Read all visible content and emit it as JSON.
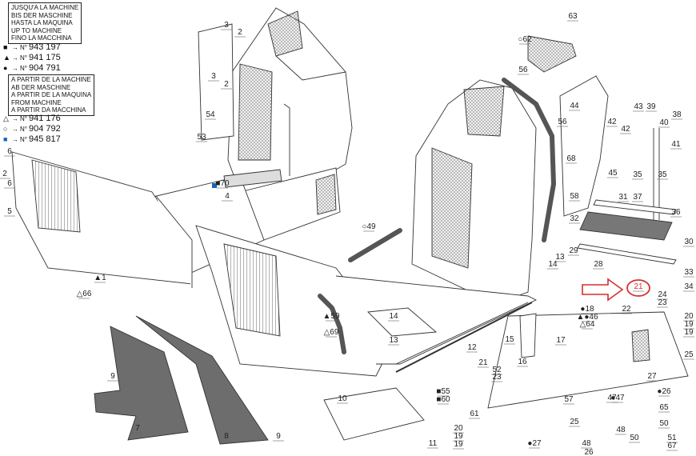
{
  "legend_until": {
    "lines": [
      "JUSQU'A LA MACHINE",
      "BIS DER MASCHINE",
      "HASTA LA MAQUINA",
      "UP TO MACHINE",
      "FINO LA MACCHINA"
    ],
    "codes": [
      {
        "symbol": "■",
        "prefix": "N°",
        "value": "943 197"
      },
      {
        "symbol": "▲",
        "prefix": "N°",
        "value": "941 175"
      },
      {
        "symbol": "●",
        "prefix": "N°",
        "value": "904 791"
      }
    ]
  },
  "legend_from": {
    "lines": [
      "A PARTIR DE LA MACHINE",
      "AB DER MASCHINE",
      "A PARTIR DE LA MAQUINA",
      "FROM MACHINE",
      "A PARTIR DA MACCHINA"
    ],
    "codes": [
      {
        "symbol": "△",
        "prefix": "N°",
        "value": "941 176"
      },
      {
        "symbol": "○",
        "prefix": "N°",
        "value": "904 792"
      },
      {
        "symbol": "■",
        "prefix": "N°",
        "value": "945 817",
        "color": "#1565c0"
      }
    ]
  },
  "colors": {
    "line": "#333333",
    "panel_dark": "#6d6d6d",
    "mesh": "#9a9a9a",
    "highlight_red": "#d32f2f",
    "blue_marker": "#1565c0",
    "seal": "#555555"
  },
  "icons": [
    "arrow-right-icon",
    "callout-circle-icon"
  ],
  "callouts": [
    {
      "id": "c1",
      "text": "2",
      "prefix": ""
    },
    {
      "id": "c2",
      "text": "3",
      "prefix": ""
    },
    {
      "id": "c3",
      "text": "2",
      "prefix": ""
    },
    {
      "id": "c4",
      "text": "3",
      "prefix": ""
    },
    {
      "id": "c5",
      "text": "54",
      "prefix": ""
    },
    {
      "id": "c6",
      "text": "53",
      "prefix": ""
    },
    {
      "id": "c7",
      "text": "70",
      "prefix": "■"
    },
    {
      "id": "c8",
      "text": "4",
      "prefix": ""
    },
    {
      "id": "c9",
      "text": "6",
      "prefix": ""
    },
    {
      "id": "c10",
      "text": "2",
      "prefix": ""
    },
    {
      "id": "c11",
      "text": "6",
      "prefix": ""
    },
    {
      "id": "c12",
      "text": "5",
      "prefix": ""
    },
    {
      "id": "c13",
      "text": "1",
      "prefix": "▲"
    },
    {
      "id": "c14",
      "text": "66",
      "prefix": "△"
    },
    {
      "id": "c15",
      "text": "9",
      "prefix": ""
    },
    {
      "id": "c16",
      "text": "7",
      "prefix": ""
    },
    {
      "id": "c17",
      "text": "8",
      "prefix": ""
    },
    {
      "id": "c18",
      "text": "9",
      "prefix": ""
    },
    {
      "id": "c19",
      "text": "63",
      "prefix": ""
    },
    {
      "id": "c20",
      "text": "62",
      "prefix": "○"
    },
    {
      "id": "c21",
      "text": "56",
      "prefix": ""
    },
    {
      "id": "c22",
      "text": "56",
      "prefix": ""
    },
    {
      "id": "c23",
      "text": "44",
      "prefix": ""
    },
    {
      "id": "c24",
      "text": "68",
      "prefix": ""
    },
    {
      "id": "c25",
      "text": "58",
      "prefix": ""
    },
    {
      "id": "c26",
      "text": "49",
      "prefix": "○"
    },
    {
      "id": "c27",
      "text": "43",
      "prefix": ""
    },
    {
      "id": "c28",
      "text": "39",
      "prefix": ""
    },
    {
      "id": "c29",
      "text": "42",
      "prefix": ""
    },
    {
      "id": "c30",
      "text": "42",
      "prefix": ""
    },
    {
      "id": "c31",
      "text": "38",
      "prefix": ""
    },
    {
      "id": "c32",
      "text": "40",
      "prefix": ""
    },
    {
      "id": "c33",
      "text": "41",
      "prefix": ""
    },
    {
      "id": "c34",
      "text": "45",
      "prefix": ""
    },
    {
      "id": "c35",
      "text": "35",
      "prefix": ""
    },
    {
      "id": "c36",
      "text": "35",
      "prefix": ""
    },
    {
      "id": "c37",
      "text": "31",
      "prefix": ""
    },
    {
      "id": "c38",
      "text": "37",
      "prefix": ""
    },
    {
      "id": "c39",
      "text": "36",
      "prefix": ""
    },
    {
      "id": "c40",
      "text": "32",
      "prefix": ""
    },
    {
      "id": "c41",
      "text": "30",
      "prefix": ""
    },
    {
      "id": "c42",
      "text": "29",
      "prefix": ""
    },
    {
      "id": "c43",
      "text": "28",
      "prefix": ""
    },
    {
      "id": "c44",
      "text": "13",
      "prefix": ""
    },
    {
      "id": "c45",
      "text": "14",
      "prefix": ""
    },
    {
      "id": "c46",
      "text": "33",
      "prefix": ""
    },
    {
      "id": "c47",
      "text": "34",
      "prefix": ""
    },
    {
      "id": "c48",
      "text": "21",
      "prefix": ""
    },
    {
      "id": "c49",
      "text": "24",
      "prefix": ""
    },
    {
      "id": "c50",
      "text": "23",
      "prefix": ""
    },
    {
      "id": "c51",
      "text": "22",
      "prefix": ""
    },
    {
      "id": "c52",
      "text": "18",
      "prefix": "●"
    },
    {
      "id": "c53",
      "text": "46",
      "prefix": "▲●"
    },
    {
      "id": "c54",
      "text": "64",
      "prefix": "△"
    },
    {
      "id": "c55",
      "text": "59",
      "prefix": "▲"
    },
    {
      "id": "c56",
      "text": "69",
      "prefix": "△"
    },
    {
      "id": "c57",
      "text": "14",
      "prefix": ""
    },
    {
      "id": "c58",
      "text": "13",
      "prefix": ""
    },
    {
      "id": "c59",
      "text": "12",
      "prefix": ""
    },
    {
      "id": "c60",
      "text": "15",
      "prefix": ""
    },
    {
      "id": "c61",
      "text": "17",
      "prefix": ""
    },
    {
      "id": "c62",
      "text": "16",
      "prefix": ""
    },
    {
      "id": "c63",
      "text": "20",
      "prefix": ""
    },
    {
      "id": "c64",
      "text": "19",
      "prefix": ""
    },
    {
      "id": "c65",
      "text": "19",
      "prefix": ""
    },
    {
      "id": "c66",
      "text": "25",
      "prefix": ""
    },
    {
      "id": "c67",
      "text": "27",
      "prefix": ""
    },
    {
      "id": "c68",
      "text": "26",
      "prefix": "●"
    },
    {
      "id": "c69",
      "text": "47",
      "prefix": "●"
    },
    {
      "id": "c70",
      "text": "65",
      "prefix": ""
    },
    {
      "id": "c71",
      "text": "50",
      "prefix": ""
    },
    {
      "id": "c72",
      "text": "47",
      "prefix": ""
    },
    {
      "id": "c73",
      "text": "21",
      "prefix": ""
    },
    {
      "id": "c74",
      "text": "52",
      "prefix": ""
    },
    {
      "id": "c75",
      "text": "23",
      "prefix": ""
    },
    {
      "id": "c76",
      "text": "55",
      "prefix": "■"
    },
    {
      "id": "c77",
      "text": "60",
      "prefix": "■"
    },
    {
      "id": "c78",
      "text": "61",
      "prefix": ""
    },
    {
      "id": "c79",
      "text": "10",
      "prefix": ""
    },
    {
      "id": "c80",
      "text": "11",
      "prefix": ""
    },
    {
      "id": "c81",
      "text": "20",
      "prefix": ""
    },
    {
      "id": "c82",
      "text": "19",
      "prefix": ""
    },
    {
      "id": "c83",
      "text": "19",
      "prefix": ""
    },
    {
      "id": "c84",
      "text": "57",
      "prefix": ""
    },
    {
      "id": "c85",
      "text": "25",
      "prefix": ""
    },
    {
      "id": "c86",
      "text": "27",
      "prefix": "●"
    },
    {
      "id": "c87",
      "text": "48",
      "prefix": ""
    },
    {
      "id": "c88",
      "text": "48",
      "prefix": ""
    },
    {
      "id": "c89",
      "text": "50",
      "prefix": ""
    },
    {
      "id": "c90",
      "text": "26",
      "prefix": ""
    },
    {
      "id": "c91",
      "text": "51",
      "prefix": ""
    },
    {
      "id": "c92",
      "text": "67",
      "prefix": ""
    }
  ]
}
